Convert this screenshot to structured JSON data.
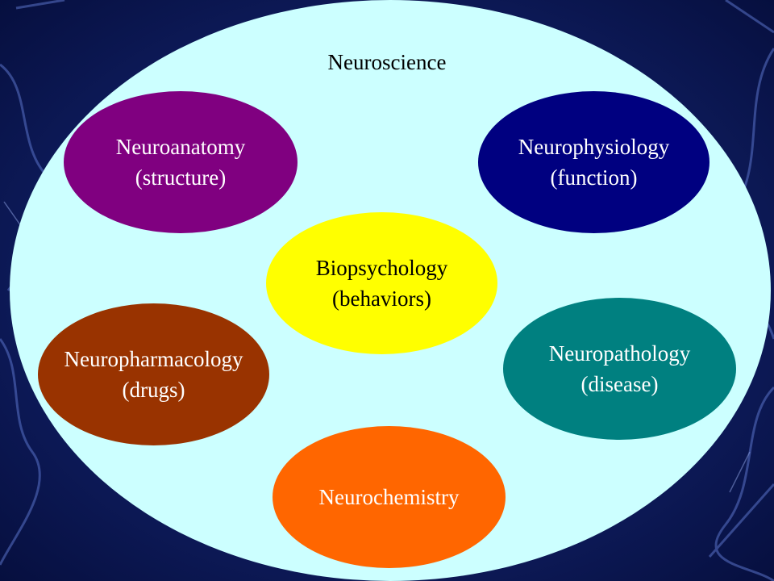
{
  "title": "Neuroscience",
  "fields": {
    "neuroanatomy": {
      "name": "Neuroanatomy",
      "focus": "(structure)",
      "color": "#800080"
    },
    "neurophysiology": {
      "name": "Neurophysiology",
      "focus": "(function)",
      "color": "#000080"
    },
    "biopsychology": {
      "name": "Biopsychology",
      "focus": "(behaviors)",
      "color": "#ffff00"
    },
    "neuropharmacology": {
      "name": "Neuropharmacology",
      "focus": "(drugs)",
      "color": "#993300"
    },
    "neuropathology": {
      "name": "Neuropathology",
      "focus": "(disease)",
      "color": "#008080"
    },
    "neurochemistry": {
      "name": "Neurochemistry",
      "focus": "",
      "color": "#ff6600"
    }
  },
  "colors": {
    "background": "#0a1a5c",
    "outer_ellipse": "#ccffff"
  }
}
